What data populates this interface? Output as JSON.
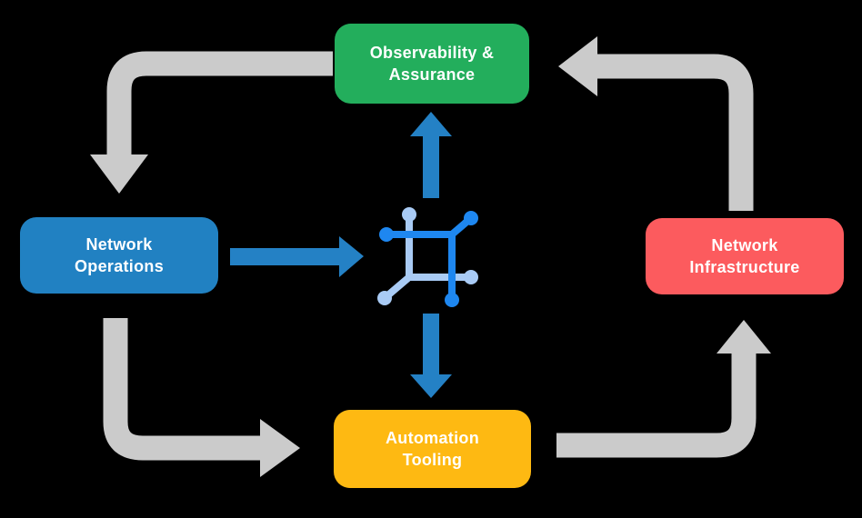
{
  "background_color": "#000000",
  "diagram": {
    "type": "cycle-flow",
    "nodes": [
      {
        "id": "observability-assurance",
        "label": "Observability &\nAssurance",
        "color": "#23AE5C",
        "text_color": "#FFFFFF",
        "position": "top"
      },
      {
        "id": "network-operations",
        "label": "Network\nOperations",
        "color": "#2181C2",
        "text_color": "#FFFFFF",
        "position": "left"
      },
      {
        "id": "network-infrastructure",
        "label": "Network\nInfrastructure",
        "color": "#FC5B5E",
        "text_color": "#FFFFFF",
        "position": "right"
      },
      {
        "id": "automation-tooling",
        "label": "Automation\nTooling",
        "color": "#FEB912",
        "text_color": "#FFFFFF",
        "position": "bottom"
      }
    ],
    "center_icon": {
      "name": "network-mesh-icon",
      "primary_color": "#1E87F0",
      "secondary_color": "#A9CBF5"
    },
    "arrows": [
      {
        "from": "observability-assurance",
        "to": "network-operations",
        "color": "#CBCBCB",
        "style": "elbow"
      },
      {
        "from": "network-infrastructure",
        "to": "observability-assurance",
        "color": "#CBCBCB",
        "style": "elbow"
      },
      {
        "from": "network-operations",
        "to": "automation-tooling",
        "color": "#CBCBCB",
        "style": "elbow"
      },
      {
        "from": "automation-tooling",
        "to": "network-infrastructure",
        "color": "#CBCBCB",
        "style": "elbow"
      },
      {
        "from": "network-operations",
        "to": "center-icon",
        "color": "#2481C5",
        "style": "straight"
      },
      {
        "from": "center-icon",
        "to": "observability-assurance",
        "color": "#2481C5",
        "style": "straight"
      },
      {
        "from": "center-icon",
        "to": "automation-tooling",
        "color": "#2481C5",
        "style": "straight"
      }
    ]
  }
}
